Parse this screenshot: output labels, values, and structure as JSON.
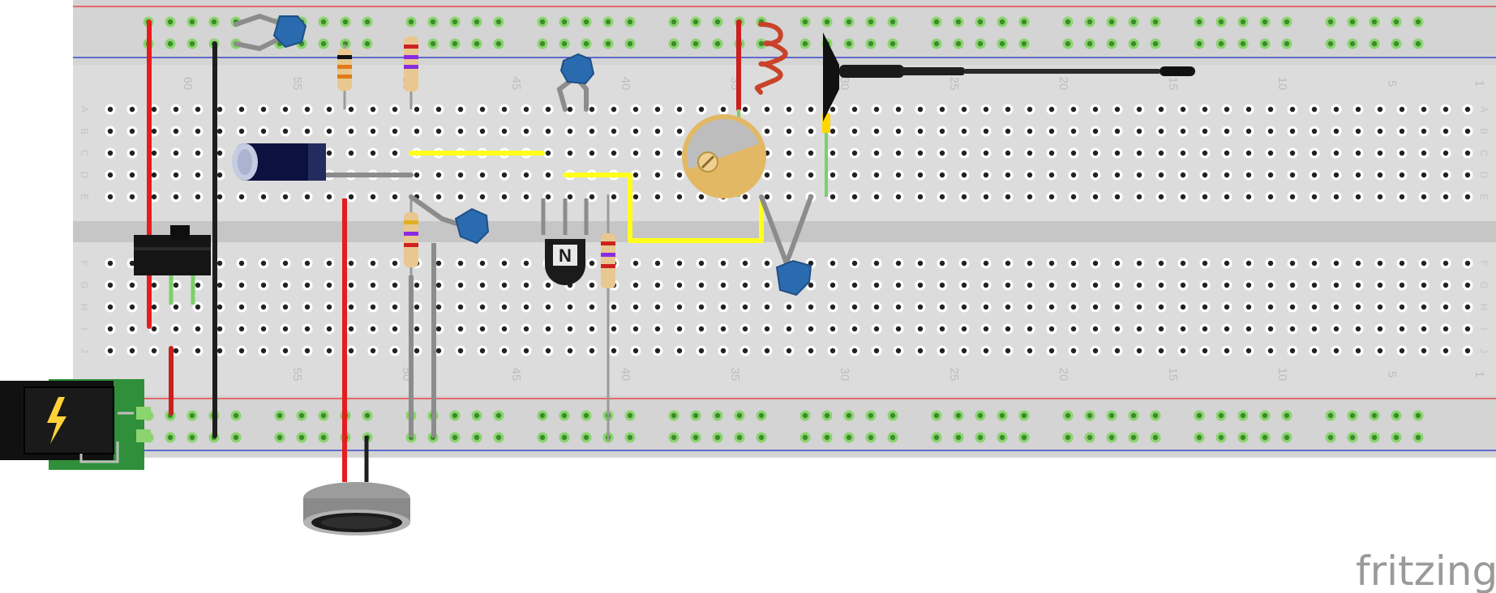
{
  "logo": {
    "text": "fritzing"
  },
  "breadboard": {
    "row_labels_top": [
      "A",
      "B",
      "C",
      "D",
      "E"
    ],
    "row_labels_bottom": [
      "F",
      "G",
      "H",
      "I",
      "J"
    ],
    "column_numbers_top": [
      "60",
      "55",
      "50",
      "45",
      "40",
      "35",
      "30",
      "25",
      "20",
      "15",
      "10",
      "5",
      "1"
    ],
    "column_numbers_bottom": [
      "55",
      "50",
      "45",
      "40",
      "35",
      "30",
      "25",
      "20",
      "15",
      "10",
      "5",
      "1"
    ]
  },
  "components": {
    "transistor": {
      "marking": "N"
    },
    "resistor_bands": {
      "r1": [
        "#111111",
        "#e07a1a",
        "#e07a1a"
      ],
      "r2": [
        "#cc2222",
        "#8a2be2",
        "#8a2be2"
      ],
      "r3": [
        "#e0b020",
        "#8a2be2",
        "#cc2222"
      ],
      "r4": [
        "#cc2222",
        "#8a2be2",
        "#cc2222"
      ]
    }
  },
  "colors": {
    "wire_red": "#e41e1e",
    "wire_black": "#1e1e1e",
    "wire_yellow": "#ffff1a",
    "wire_gray": "#8c8c8c",
    "capacitor_blue": "#2a6bb0",
    "rail_red": "#e8474a",
    "rail_blue": "#3b46c9",
    "hole_green": "#7ad06a",
    "pcb_green": "#2f8f3a"
  }
}
